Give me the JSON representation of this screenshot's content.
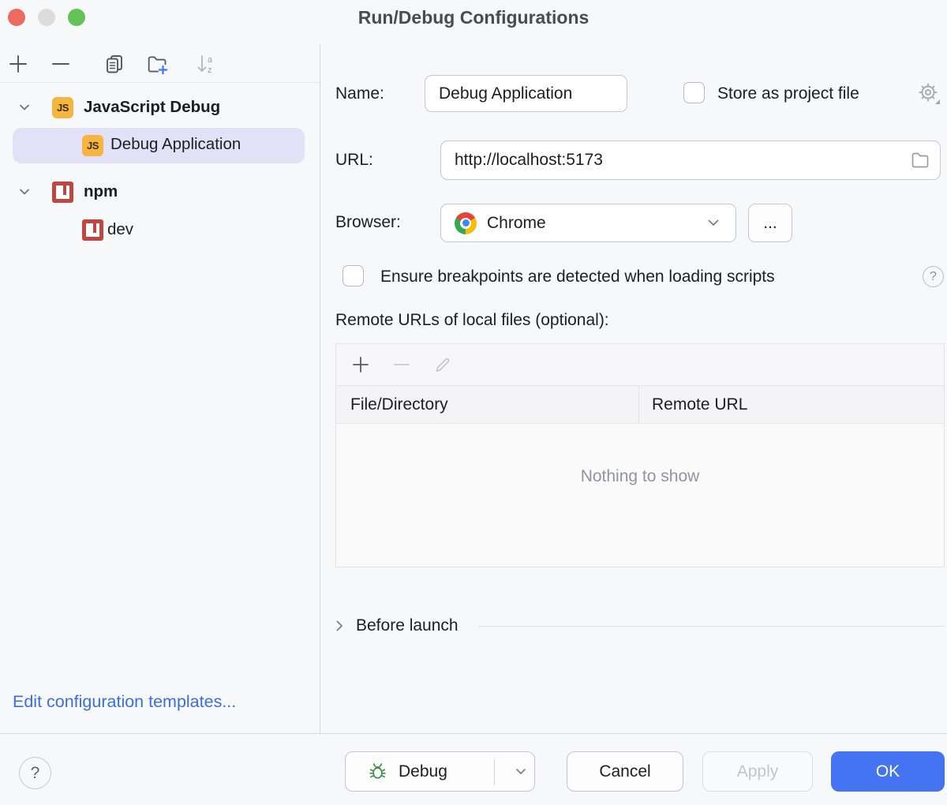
{
  "window": {
    "title": "Run/Debug Configurations",
    "controls": {
      "close": "close",
      "minimize": "minimize",
      "zoom": "zoom"
    }
  },
  "sidebar": {
    "toolbar_icons": {
      "add": "plus",
      "remove": "minus",
      "copy": "copy",
      "new_folder": "folder-plus",
      "sort": "sort-alphabetically"
    },
    "tree": [
      {
        "label": "JavaScript Debug",
        "icon": "js",
        "expanded": true,
        "bold": true
      },
      {
        "label": "Debug Application",
        "icon": "js",
        "selected": true
      },
      {
        "label": "npm",
        "icon": "npm",
        "expanded": true,
        "bold": true
      },
      {
        "label": "dev",
        "icon": "npm"
      }
    ],
    "edit_templates_link": "Edit configuration templates..."
  },
  "form": {
    "name_label": "Name:",
    "name_value": "Debug Application",
    "store_checkbox_label": "Store as project file",
    "url_label": "URL:",
    "url_value": "http://localhost:5173",
    "browser_label": "Browser:",
    "browser_value": "Chrome",
    "more_button": "...",
    "breakpoints_checkbox_label": "Ensure breakpoints are detected when loading scripts",
    "help_icon": "?",
    "remote_urls_label": "Remote URLs of local files (optional):",
    "table": {
      "columns": [
        "File/Directory",
        "Remote URL"
      ],
      "rows": [],
      "empty_text": "Nothing to show"
    },
    "before_launch_label": "Before launch"
  },
  "footer": {
    "help_button": "?",
    "debug_button": "Debug",
    "cancel_button": "Cancel",
    "apply_button": "Apply",
    "ok_button": "OK"
  },
  "colors": {
    "accent_blue": "#4574f2",
    "link_blue": "#3b6fe0",
    "selection_lavender": "#e2e1f8",
    "js_badge_yellow": "#f5b53e",
    "npm_red": "#bf4642",
    "debug_green": "#3f9149",
    "empty_text_gray": "#9094a3"
  }
}
